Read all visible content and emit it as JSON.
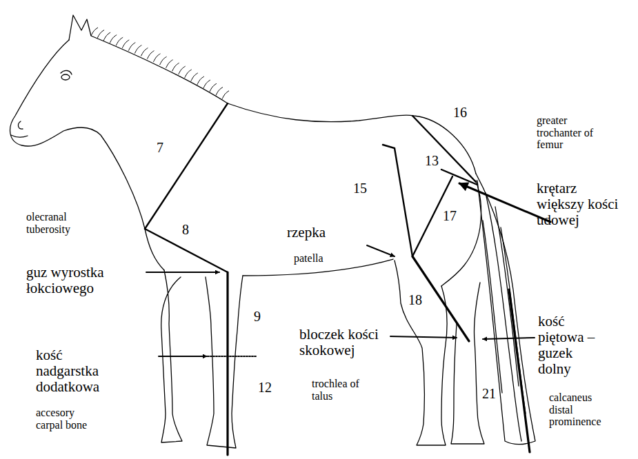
{
  "diagram": {
    "labels": [
      "7",
      "8",
      "9",
      "12",
      "13",
      "15",
      "16",
      "17",
      "18",
      "21",
      "olecranal tuberosity",
      "guz wyrostka łokciowego",
      "kość nadgarstka dodatkowa",
      "accesory carpal bone",
      "rzepka",
      "patella",
      "bloczek kości skokowej",
      "trochlea of talus",
      "greater trochanter of femur",
      "krętarz większy kości udowej",
      "kość piętowa – guzek dolny",
      "calcaneus distal prominence"
    ]
  }
}
